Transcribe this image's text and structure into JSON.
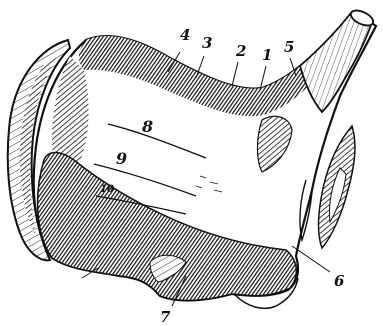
{
  "figure": {
    "labels": {
      "l1": "1",
      "l2": "2",
      "l3": "3",
      "l4": "4",
      "l5": "5",
      "l6": "6",
      "l7": "7",
      "l8": "8",
      "l9": "9",
      "l10": "10"
    },
    "ink": "#111111",
    "paper": "#ffffff"
  }
}
